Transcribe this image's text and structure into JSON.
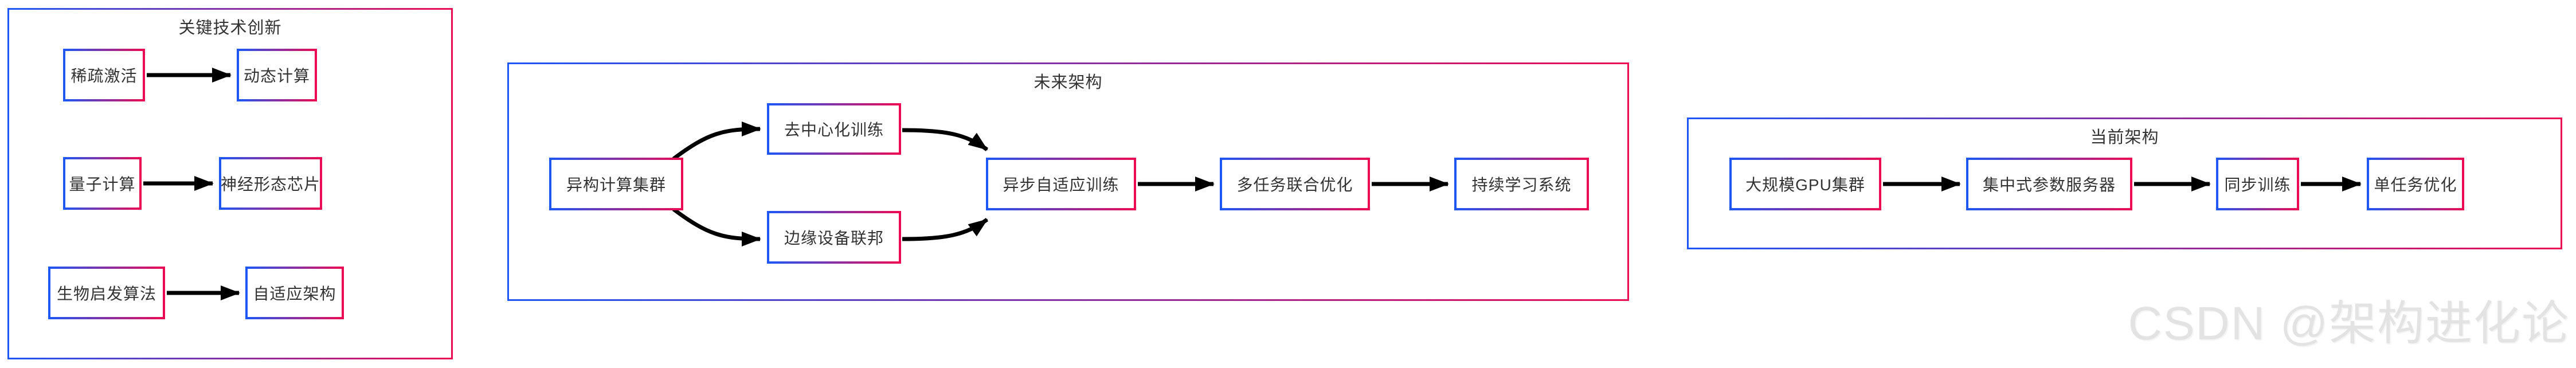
{
  "groups": {
    "innovation": {
      "title": "关键技术创新",
      "rows": [
        {
          "from": "稀疏激活",
          "to": "动态计算"
        },
        {
          "from": "量子计算",
          "to": "神经形态芯片"
        },
        {
          "from": "生物启发算法",
          "to": "自适应架构"
        }
      ],
      "edges": [
        [
          "稀疏激活",
          "动态计算"
        ],
        [
          "量子计算",
          "神经形态芯片"
        ],
        [
          "生物启发算法",
          "自适应架构"
        ]
      ]
    },
    "future": {
      "title": "未来架构",
      "nodes": {
        "source": "异构计算集群",
        "branch_top": "去中心化训练",
        "branch_bottom": "边缘设备联邦",
        "merge": "异步自适应训练",
        "joint": "多任务联合优化",
        "continual": "持续学习系统"
      },
      "edges": [
        [
          "异构计算集群",
          "去中心化训练"
        ],
        [
          "异构计算集群",
          "边缘设备联邦"
        ],
        [
          "去中心化训练",
          "异步自适应训练"
        ],
        [
          "边缘设备联邦",
          "异步自适应训练"
        ],
        [
          "异步自适应训练",
          "多任务联合优化"
        ],
        [
          "多任务联合优化",
          "持续学习系统"
        ]
      ]
    },
    "current": {
      "title": "当前架构",
      "nodes": {
        "cluster": "大规模GPU集群",
        "param_server": "集中式参数服务器",
        "sync": "同步训练",
        "single_task": "单任务优化"
      },
      "edges": [
        [
          "大规模GPU集群",
          "集中式参数服务器"
        ],
        [
          "集中式参数服务器",
          "同步训练"
        ],
        [
          "同步训练",
          "单任务优化"
        ]
      ]
    }
  },
  "watermark": {
    "text": "CSDN @架构进化论"
  },
  "colors": {
    "gradient_start": "#1e56f5",
    "gradient_end": "#ec0b53",
    "arrow": "#000000",
    "text": "#333333",
    "watermark": "#e3e3e3"
  }
}
